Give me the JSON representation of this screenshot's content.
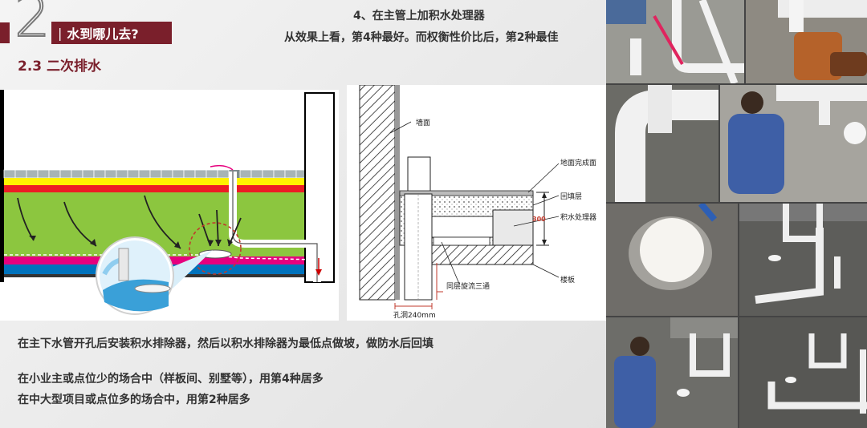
{
  "header": {
    "section_number": "2",
    "title": "水到哪儿去?",
    "title_separator": "|",
    "subtitle": "2.3 二次排水"
  },
  "method": {
    "title": "4、在主管上加积水处理器",
    "summary": "从效果上看，第4种最好。而权衡性价比后，第2种最佳"
  },
  "diagram_right": {
    "labels": {
      "wall": "墙面",
      "floor_finish": "地面完成面",
      "backfill": "回填层",
      "dimension": "300",
      "water_processor": "积水处理器",
      "slab": "楼板",
      "tee": "同层旋流三通",
      "hole": "孔洞240mm"
    }
  },
  "body": {
    "line1": "在主下水管开孔后安装积水排除器，然后以积水排除器为最低点做坡，做防水后回填",
    "line2": "在小业主或点位少的场合中（样板间、别墅等），用第4种居多",
    "line3": "在中大型项目或点位多的场合中，用第2种居多"
  },
  "colors": {
    "accent": "#7a1f2b",
    "green_layer": "#8cc63f",
    "magenta_layer": "#e6007e",
    "yellow_layer": "#fff200",
    "red_layer": "#ed1c24",
    "blue_layer": "#0072bc"
  }
}
